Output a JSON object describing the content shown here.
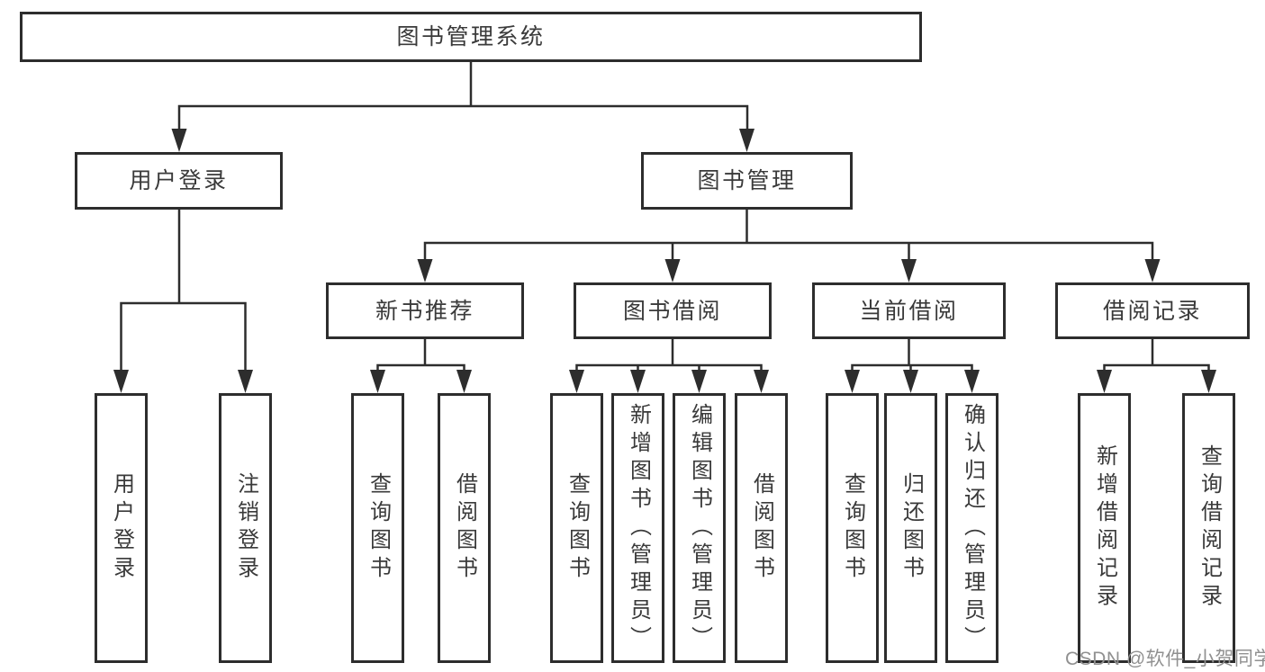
{
  "tree": {
    "root": {
      "label": "图书管理系统"
    },
    "children": [
      {
        "label": "用户登录",
        "children": [
          {
            "label": "用户登录"
          },
          {
            "label": "注销登录"
          }
        ]
      },
      {
        "label": "图书管理",
        "children": [
          {
            "label": "新书推荐",
            "children": [
              {
                "label": "查询图书"
              },
              {
                "label": "借阅图书"
              }
            ]
          },
          {
            "label": "图书借阅",
            "children": [
              {
                "label": "查询图书"
              },
              {
                "label": "新增图书（管理员）"
              },
              {
                "label": "编辑图书（管理员）"
              },
              {
                "label": "借阅图书"
              }
            ]
          },
          {
            "label": "当前借阅",
            "children": [
              {
                "label": "查询图书"
              },
              {
                "label": "归还图书"
              },
              {
                "label": "确认归还（管理员）"
              }
            ]
          },
          {
            "label": "借阅记录",
            "children": [
              {
                "label": "新增借阅记录"
              },
              {
                "label": "查询借阅记录"
              }
            ]
          }
        ]
      }
    ]
  },
  "watermark": {
    "text": "CSDN @软件_小贺同学"
  },
  "colors": {
    "line": "#2d2d2d",
    "box_border": "#2d2d2d",
    "text": "#3a3a3a",
    "watermark": "#909090",
    "background": "#ffffff"
  }
}
